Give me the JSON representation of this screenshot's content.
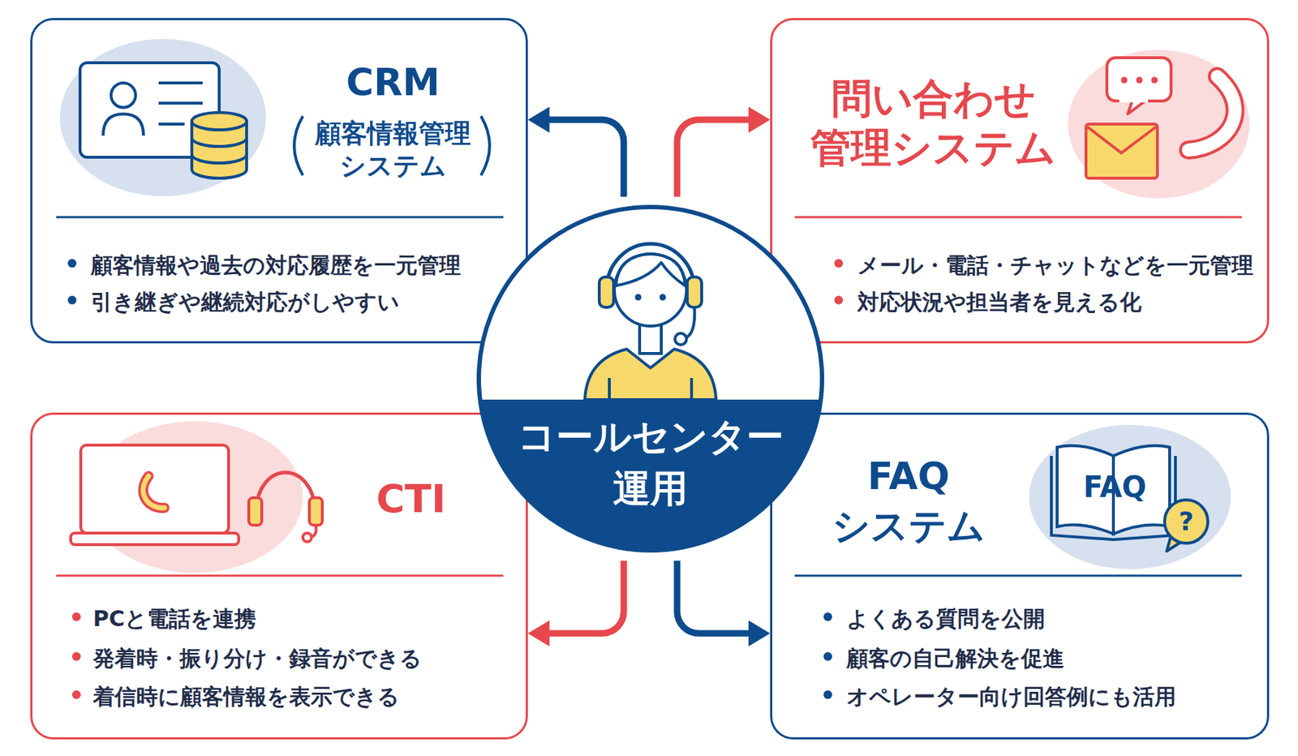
{
  "diagram": {
    "nodes": [
      {
        "text": [
          "CRM",
          "顧客情報管理 システム",
          "顧客情報や過去の対応履歴を一元管理",
          "引き継ぎや継続対応がしやすい"
        ]
      },
      {
        "text": [
          "問い合わせ 管理システム",
          "メール・電話・チャットなどを一元管理",
          "対応状況や担当者を見える化"
        ]
      },
      {
        "text": [
          "コールセンター 運用"
        ]
      },
      {
        "text": [
          "CTI",
          "PCと電話を連携",
          "発着時・振り分け・録音ができる",
          "着信時に顧客情報を表示できる"
        ]
      },
      {
        "text": [
          "FAQ システム",
          "よくある質問を公開",
          "顧客の自己解決を促進",
          "オペレーター向け回答例にも活用"
        ]
      }
    ],
    "edges": [
      {
        "from": 2,
        "to": 0,
        "arrow": "to"
      },
      {
        "from": 2,
        "to": 1,
        "arrow": "to"
      },
      {
        "from": 2,
        "to": 3,
        "arrow": "to"
      },
      {
        "from": 2,
        "to": 4,
        "arrow": "to"
      }
    ],
    "labels": [
      "FAQ",
      "?"
    ]
  }
}
